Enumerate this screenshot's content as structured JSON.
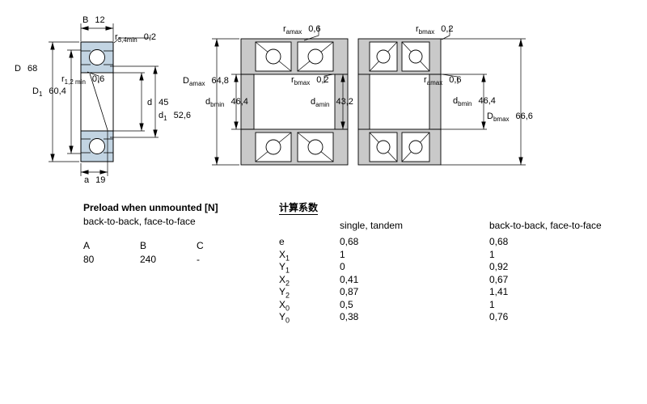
{
  "diagrams": {
    "left": {
      "B": {
        "sym": "B",
        "sub": "",
        "val": "12"
      },
      "r34": {
        "sym": "r",
        "sub": "3,4min",
        "val": "0,2"
      },
      "D": {
        "sym": "D",
        "sub": "",
        "val": "68"
      },
      "D1": {
        "sym": "D",
        "sub": "1",
        "val": "60,4"
      },
      "r12": {
        "sym": "r",
        "sub": "1,2 min",
        "val": "0,6"
      },
      "d": {
        "sym": "d",
        "sub": "",
        "val": "45"
      },
      "d1": {
        "sym": "d",
        "sub": "1",
        "val": "52,6"
      },
      "a": {
        "sym": "a",
        "sub": "",
        "val": "19"
      }
    },
    "middle": {
      "ramax": {
        "sym": "r",
        "sub": "amax",
        "val": "0,6"
      },
      "Damax": {
        "sym": "D",
        "sub": "amax",
        "val": "64,8"
      },
      "dbmin": {
        "sym": "d",
        "sub": "bmin",
        "val": "46,4"
      },
      "rbmax": {
        "sym": "r",
        "sub": "bmax",
        "val": "0,2"
      },
      "damin": {
        "sym": "d",
        "sub": "amin",
        "val": "43,2"
      }
    },
    "right": {
      "rbmax": {
        "sym": "r",
        "sub": "bmax",
        "val": "0,2"
      },
      "ramax": {
        "sym": "r",
        "sub": "amax",
        "val": "0,6"
      },
      "dbmin": {
        "sym": "d",
        "sub": "bmin",
        "val": "46,4"
      },
      "Dbmax": {
        "sym": "D",
        "sub": "bmax",
        "val": "66,6"
      }
    }
  },
  "preload": {
    "title": "Preload when unmounted [N]",
    "subtitle": "back-to-back, face-to-face",
    "headers": [
      "A",
      "B",
      "C"
    ],
    "values": [
      "80",
      "240",
      "-"
    ]
  },
  "factors": {
    "title": "计算系数",
    "col1": "single, tandem",
    "col2": "back-to-back, face-to-face",
    "rows": [
      {
        "sym": "e",
        "sub": "",
        "v1": "0,68",
        "v2": "0,68"
      },
      {
        "sym": "X",
        "sub": "1",
        "v1": "1",
        "v2": "1"
      },
      {
        "sym": "Y",
        "sub": "1",
        "v1": "0",
        "v2": "0,92"
      },
      {
        "sym": "X",
        "sub": "2",
        "v1": "0,41",
        "v2": "0,67"
      },
      {
        "sym": "Y",
        "sub": "2",
        "v1": "0,87",
        "v2": "1,41"
      },
      {
        "sym": "X",
        "sub": "0",
        "v1": "0,5",
        "v2": "1"
      },
      {
        "sym": "Y",
        "sub": "0",
        "v1": "0,38",
        "v2": "0,76"
      }
    ]
  },
  "colors": {
    "bearing_fill": "#c2d4e2",
    "steel_gray": "#c9c9c9",
    "line": "#000000"
  }
}
